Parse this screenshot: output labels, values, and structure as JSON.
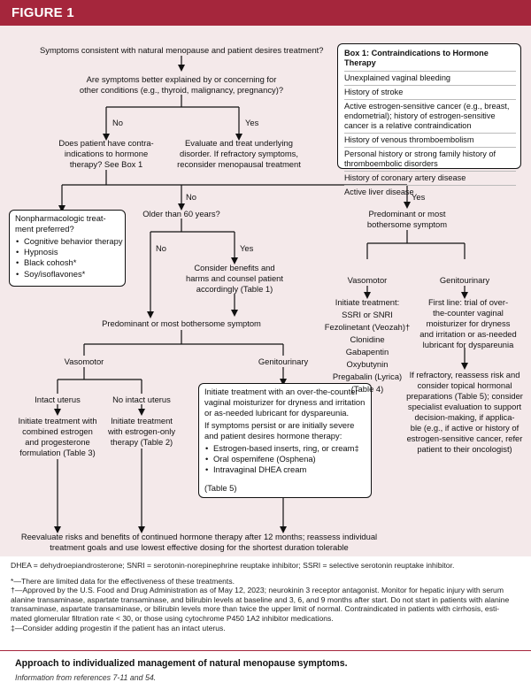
{
  "figure_label": "FIGURE 1",
  "nodes": {
    "start": "Symptoms consistent with natural menopause and patient desires treatment?",
    "q_other_1": "Are symptoms better explained by or concerning for",
    "q_other_2": "other conditions (e.g., thyroid, malignancy, pregnancy)?",
    "no_1": "No",
    "yes_1": "Yes",
    "q_contra_1": "Does patient have contra-",
    "q_contra_2": "indications to hormone",
    "q_contra_3": "therapy? See Box 1",
    "eval_1": "Evaluate and treat underlying",
    "eval_2": "disorder. If refractory symptoms,",
    "eval_3": "reconsider menopausal treatment",
    "no_2": "No",
    "yes_2": "Yes",
    "q_age": "Older than 60 years?",
    "no_3": "No",
    "yes_3": "Yes",
    "consider_1": "Consider benefits and",
    "consider_2": "harms and counsel patient",
    "consider_3": "accordingly (Table 1)",
    "pred_left": "Predominant or most bothersome symptom",
    "vaso_left": "Vasomotor",
    "geni_left": "Genitourinary",
    "intact": "Intact uterus",
    "no_intact": "No intact uterus",
    "combined_1": "Initiate treatment with",
    "combined_2": "combined estrogen",
    "combined_3": "and progesterone",
    "combined_4": "formulation (Table 3)",
    "estrogen_1": "Initiate treatment",
    "estrogen_2": "with estrogen-only",
    "estrogen_3": "therapy (Table 2)",
    "pred_right_1": "Predominant or most",
    "pred_right_2": "bothersome symptom",
    "vaso_right": "Vasomotor",
    "geni_right": "Genitourinary",
    "reevaluate_1": "Reevaluate risks and benefits of continued hormone therapy after 12 months; reassess individual",
    "reevaluate_2": "treatment goals and use lowest effective dosing for the shortest duration tolerable"
  },
  "nonpharm_box": {
    "title_1": "Nonpharmacologic treat-",
    "title_2": "ment preferred?",
    "items": [
      "Cognitive behavior therapy",
      "Hypnosis",
      "Black cohosh*",
      "Soy/isoflavones*"
    ]
  },
  "genito_box": {
    "line_1": "Initiate treatment with an over-the-counter",
    "line_2": "vaginal moisturizer for dryness and irritation",
    "line_3": "or as-needed lubricant for dyspareunia.",
    "line_4": "If symptoms persist or are initially severe",
    "line_5": "and patient desires hormone therapy:",
    "items": [
      "Estrogen-based inserts, ring, or cream‡",
      "Oral ospemifene (Osphena)",
      "Intravaginal DHEA cream"
    ],
    "table": "(Table 5)"
  },
  "vaso_right_list": {
    "title": "Initiate treatment:",
    "items": [
      "SSRI or SNRI",
      "Fezolinetant (Veozah)†",
      "Clonidine",
      "Gabapentin",
      "Oxybutynin",
      "Pregabalin (Lyrica)",
      "(Table 4)"
    ]
  },
  "geni_right_text": {
    "p1": [
      "First line: trial of over-",
      "the-counter vaginal",
      "moisturizer for dryness",
      "and irritation or as-needed",
      "lubricant for dyspareunia"
    ],
    "p2": [
      "If refractory, reassess risk and",
      "consider topical hormonal",
      "preparations (Table 5); consider",
      "specialist evaluation to support",
      "decision-making, if applica-",
      "ble (e.g., if active or history of",
      "estrogen-sensitive cancer, refer",
      "patient to their oncologist)"
    ]
  },
  "box1": {
    "title": "Box 1: Contraindications to Hormone Therapy",
    "items": [
      [
        "Unexplained vaginal bleeding"
      ],
      [
        "History of stroke"
      ],
      [
        "Active estrogen-sensitive cancer (e.g., breast,",
        "endometrial); history of estrogen-sensitive",
        "cancer is a relative contraindication"
      ],
      [
        "History of venous thromboembolism"
      ],
      [
        "Personal history or strong family history of",
        "thromboembolic disorders"
      ],
      [
        "History of coronary artery disease"
      ],
      [
        "Active liver disease"
      ]
    ]
  },
  "footnotes": {
    "abbrev": "DHEA = dehydroepiandrosterone; SNRI = serotonin-norepinephrine reuptake inhibitor; SSRI = selective serotonin reuptake inhibitor.",
    "star": "*—There are limited data for the effectiveness of these treatments.",
    "dagger_1": "†—Approved by the U.S. Food and Drug Administration as of May 12, 2023; neurokinin 3 receptor antagonist. Monitor for hepatic injury with serum",
    "dagger_2": "alanine transaminase, aspartate transaminase, and bilirubin levels at baseline and 3, 6, and 9 months after start. Do not start in patients with alanine",
    "dagger_3": "transaminase, aspartate transaminase, or bilirubin levels more than twice the upper limit of normal. Contraindicated in patients with cirrhosis, esti-",
    "dagger_4": "mated glomerular filtration rate < 30, or those using cytochrome P450 1A2 inhibitor medications.",
    "ddagger": "‡—Consider adding progestin if the patient has an intact uterus."
  },
  "caption": {
    "title": "Approach to individualized management of natural menopause symptoms.",
    "source": "Information from references 7-11 and 54."
  },
  "colors": {
    "header": "#a5263c",
    "panel": "#f4e9ea"
  }
}
